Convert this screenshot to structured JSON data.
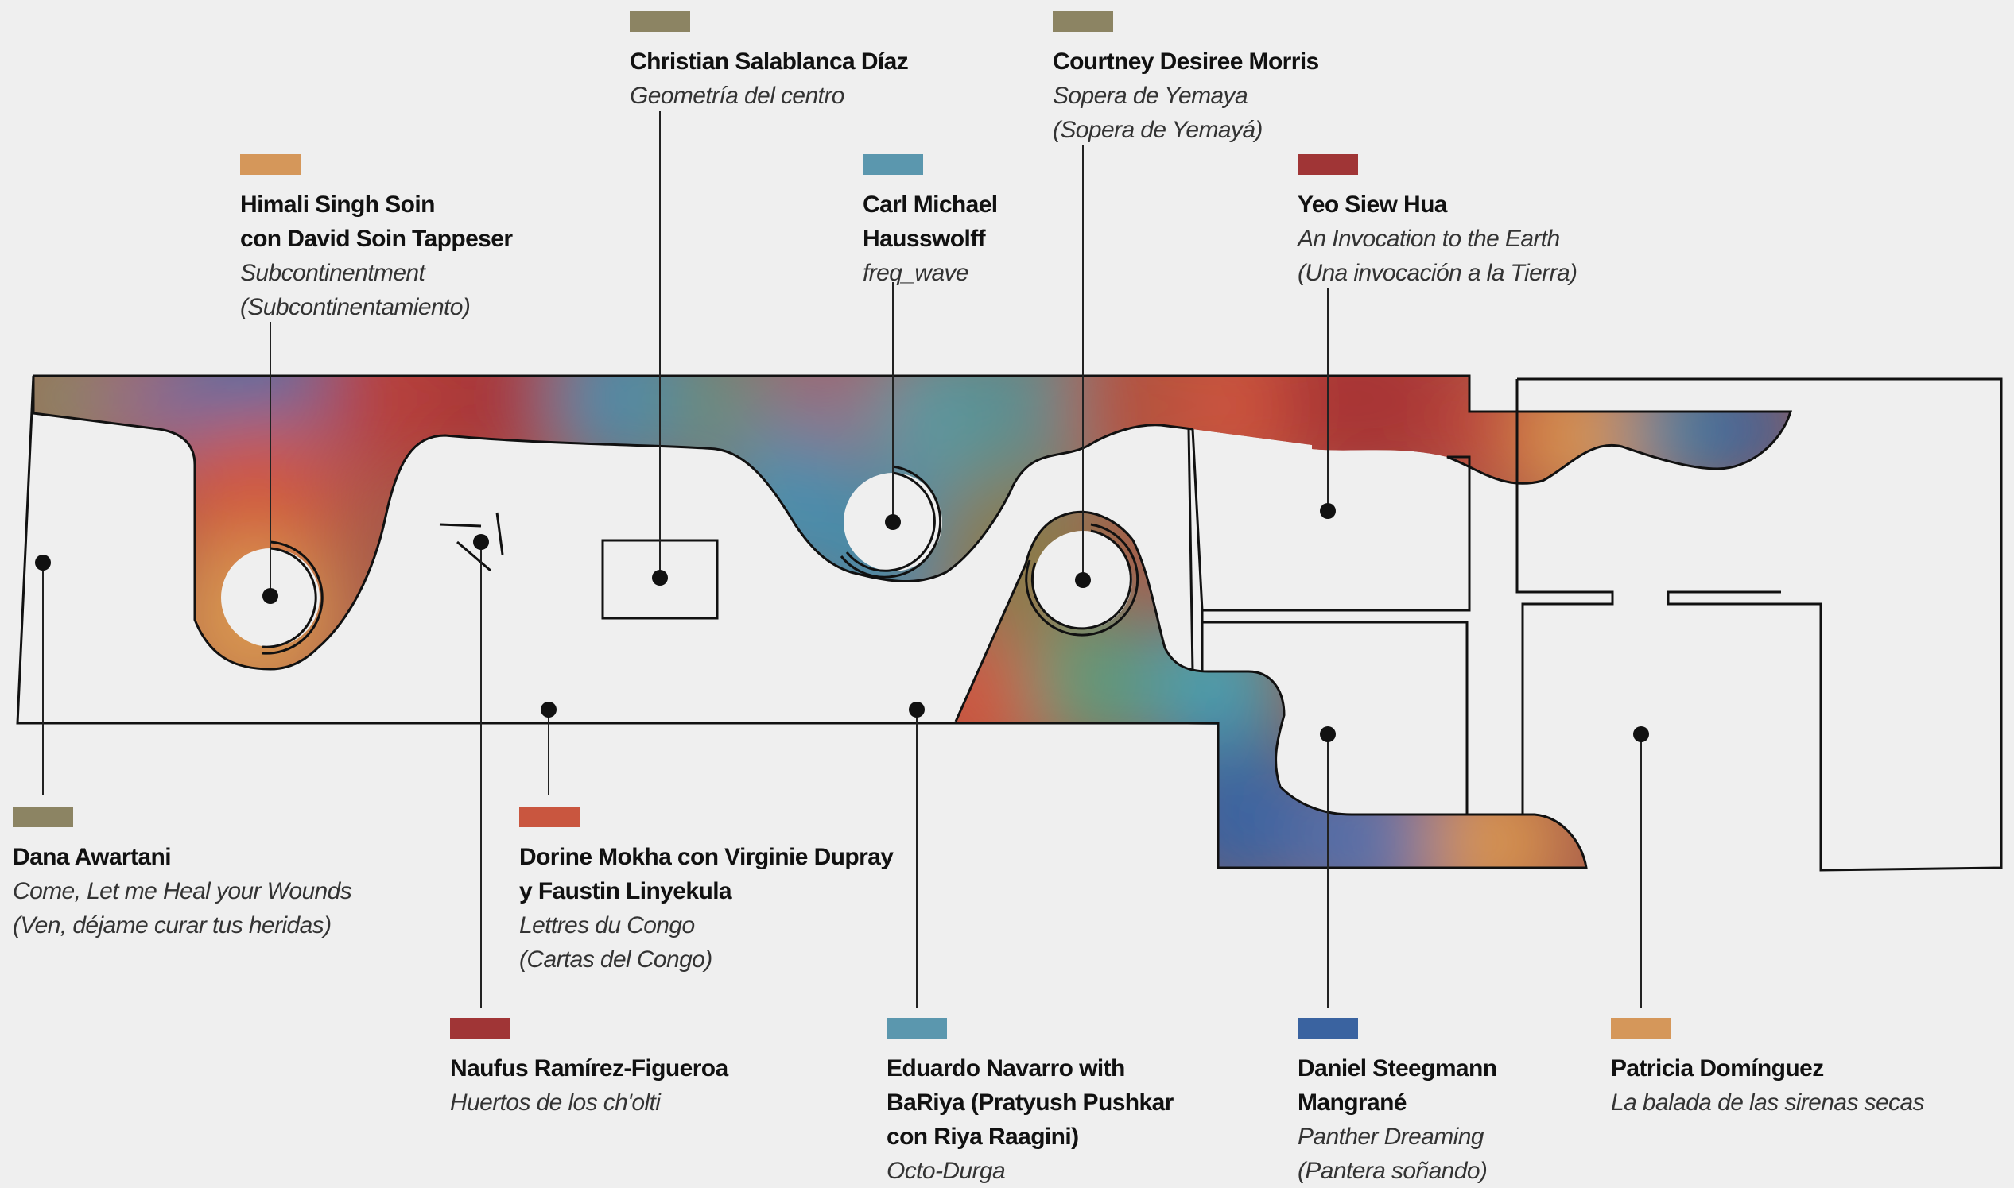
{
  "map": {
    "labels": [
      {
        "id": "christian",
        "artist": "Christian Salablanca Díaz",
        "work": "Geometría del centro",
        "color": "#8c8463",
        "swatch_role": "olive"
      },
      {
        "id": "courtney",
        "artist": "Courtney Desiree Morris",
        "work": "Sopera de Yemaya\n(Sopera de Yemayá)",
        "color": "#8c8463",
        "swatch_role": "olive"
      },
      {
        "id": "himali",
        "artist": "Himali Singh Soin\ncon David Soin Tappeser",
        "work": "Subcontinentment\n(Subcontinentamiento)",
        "color": "#d5975a",
        "swatch_role": "orange"
      },
      {
        "id": "carl",
        "artist": "Carl Michael\nHausswolff",
        "work": "freq_wave",
        "color": "#5b97ae",
        "swatch_role": "teal"
      },
      {
        "id": "yeo",
        "artist": "Yeo Siew Hua",
        "work": "An Invocation to the Earth\n(Una invocación a la Tierra)",
        "color": "#a03536",
        "swatch_role": "red"
      },
      {
        "id": "dana",
        "artist": "Dana Awartani",
        "work": "Come, Let me Heal your Wounds\n(Ven, déjame curar tus heridas)",
        "color": "#8c8463",
        "swatch_role": "olive"
      },
      {
        "id": "dorine",
        "artist": "Dorine Mokha con Virginie Dupray\ny Faustin Linyekula",
        "work": "Lettres du Congo\n(Cartas del Congo)",
        "color": "#c9563f",
        "swatch_role": "vermilion"
      },
      {
        "id": "naufus",
        "artist": "Naufus Ramírez-Figueroa",
        "work": "Huertos de los ch'olti",
        "color": "#a03536",
        "swatch_role": "red"
      },
      {
        "id": "eduardo",
        "artist": "Eduardo Navarro with\nBaRiya (Pratyush Pushkar\ncon  Riya Raagini)",
        "work": "Octo-Durga",
        "color": "#5b97ae",
        "swatch_role": "teal"
      },
      {
        "id": "daniel",
        "artist": "Daniel Steegmann\nMangrané",
        "work": "Panther Dreaming\n(Pantera soñando)",
        "color": "#3a63a0",
        "swatch_role": "blue"
      },
      {
        "id": "patricia",
        "artist": "Patricia Domínguez",
        "work": "La balada de las sirenas secas",
        "color": "#d5975a",
        "swatch_role": "orange"
      }
    ]
  }
}
